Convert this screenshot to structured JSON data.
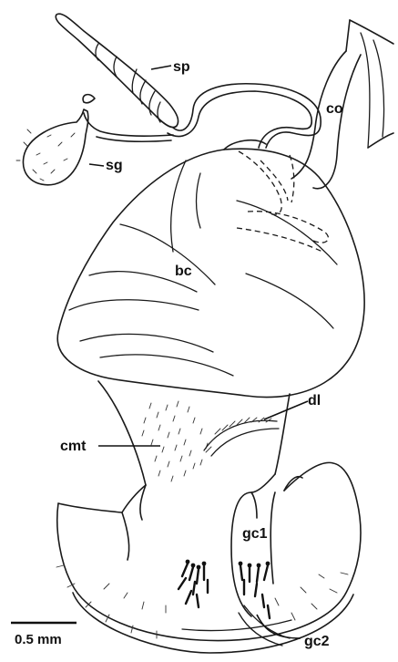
{
  "labels": {
    "sp": "sp",
    "co": "co",
    "sg": "sg",
    "bc": "bc",
    "dl": "dl",
    "cmt": "cmt",
    "gc1": "gc1",
    "gc2": "gc2"
  },
  "scale_bar": {
    "label": "0.5 mm"
  }
}
